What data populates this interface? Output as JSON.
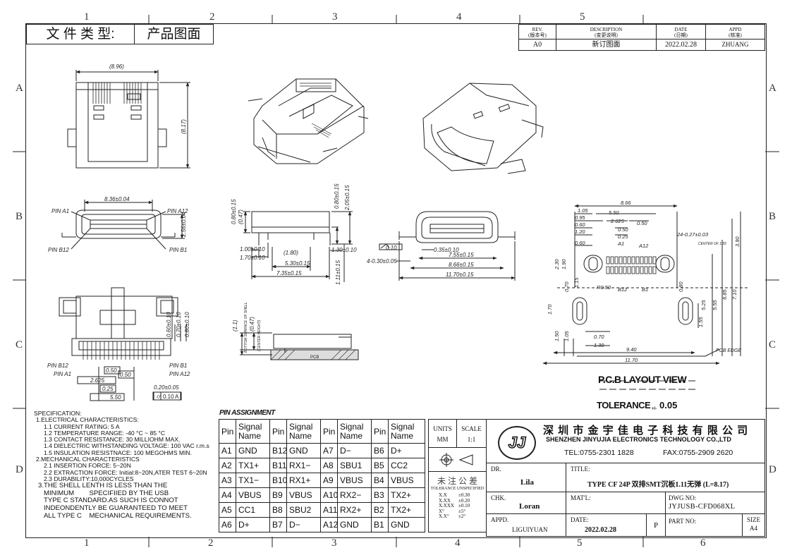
{
  "header": {
    "doc_type_label": "文 件 类 型:",
    "doc_type_value": "产品图面"
  },
  "zones": {
    "top": [
      "1",
      "2",
      "3",
      "4",
      "5"
    ],
    "bottom": [
      "1",
      "2",
      "3",
      "4",
      "5",
      "6"
    ],
    "left": [
      "A",
      "B",
      "C",
      "D"
    ],
    "right": [
      "A",
      "B",
      "C",
      "D"
    ]
  },
  "revision": {
    "headers": [
      "REV.\n(版本号)",
      "DESCRIPTION\n(变更说明)",
      "DATE\n(日期)",
      "APPD\n(核准)"
    ],
    "row": [
      "A0",
      "新订图面",
      "2022.02.28",
      "ZHUANG"
    ]
  },
  "dims": {
    "top_width": "(8.96)",
    "top_height": "(8.17)",
    "front_width": "8.36±0.04",
    "pin_a1": "PIN A1",
    "pin_a12": "PIN A12",
    "pin_b12": "PIN B12",
    "pin_b1": "PIN B1",
    "front_h": "2.56±0.04",
    "side_080": "0.80±0.15",
    "side_047": "(0.47)",
    "side_080b": "0.80±0.15",
    "side_205": "2.05±0.15",
    "side_100": "1.00±0.10",
    "side_170": "1.70±0.10",
    "side_180": "(1.80)",
    "side_530": "5.30±0.15",
    "side_130": "1.30±0.10",
    "side_735": "7.35±0.15",
    "side_111": "1.11±0.15",
    "f2_010": "0.10",
    "f2_4x030": "4-0.30±0.05",
    "f2_035": "0.35±0.10",
    "f2_755": "7.55±0.15",
    "f2_866": "8.66±0.15",
    "f2_1170": "11.70±0.15",
    "bot_060": "0.60±0.10",
    "bot_070": "0.70±0.10",
    "bot_080": "0.80±0.10",
    "bot_pinb12": "PIN B12",
    "bot_pina1": "PIN A1",
    "bot_pinb1": "PIN B1",
    "bot_pina12": "PIN A12",
    "bot_050a": "0.50",
    "bot_050b": "0.50",
    "bot_2625": "2.625",
    "bot_025": "0.25",
    "bot_550": "5.50",
    "bot_020": "0.20±0.05",
    "bot_tol": "0.10",
    "bot_a": "A",
    "pcb_11": "(1.1)",
    "pcb_047": "(0.47)",
    "pcb_surface": "BOTTOM SURFACE OF SHELL",
    "pcb_height": "(CENTER HEIGHT)",
    "pcb_label": "PCB"
  },
  "layout": {
    "d866": "8.66",
    "d105": "1.05",
    "d550": "5.50",
    "d095": "0.95",
    "d2625": "2.625",
    "d050a": "0.50",
    "d060": "0.60",
    "d050b": "0.50",
    "d120": "1.20",
    "d025": "0.25",
    "d060b": "0.60",
    "d24": "24-0.27±0.03",
    "a1": "A1",
    "a12": "A12",
    "center": "CENTER OF 1.55",
    "d390": "3.90",
    "d230": "2.30",
    "d190": "1.90",
    "r050": "R0.50",
    "b12": "B12",
    "b1": "B1",
    "d070": "0.70",
    "d115": "1.15",
    "d080": "0.80",
    "d170": "1.70",
    "d150": "1.50",
    "d105b": "1.05",
    "d070b": "0.70",
    "d130": "1.30",
    "d940": "9.40",
    "d1170": "11.70",
    "d525": "5.25",
    "d555": "5.55",
    "d685": "6.85",
    "d710": "7.10",
    "d155": "1.55",
    "pcb_edge": "PCB EDGE",
    "title": "P.C.B LAYOUT VIEW",
    "tolerance_prefix": "TOLERANCE",
    "tolerance_sign": "+/-",
    "tolerance_value": "0.05"
  },
  "spec": {
    "title": "SPECIFICATION:",
    "lines": [
      "1.ELECTRICAL CHARACTERISTICS:",
      "1.1 CURRENT RATING: 5 A",
      "1.2 TEMPERATURE RANGE: -40 °C ~ 85 °C",
      "1.3 CONTACT RESISTANCE: 30 MILLIOHM MAX.",
      "1.4 DIELECTRIC WITHSTANDING VOLTAGE: 100 VAC r.m.s",
      "1.5 INSULATION RESISTNACE: 100 MEGOHMS MIN.",
      "2.MECHANICAL CHARACTERISTICS",
      "2.1 INSERTION FORCE: 5~20N",
      "2.2 EXTRACTION FORCE: Initial:8~20N,ATER TEST 6~20N",
      "2.3 DURABILITY:10,000CYCLES",
      "3.THE SHELL LENTH IS LESS THAN THE",
      "MINIMUM        SPECIFIIED BY THE USB",
      "TYPE C STANDARD.AS SUCH IS CONNOT",
      "INDEONDENTLY BE GUARANTEED TO MEET",
      "ALL TYPE C    MECHANICAL REQUIREMENTS."
    ]
  },
  "pins": {
    "title": "PIN ASSIGNMENT",
    "headers": [
      "Pin",
      "Signal Name",
      "Pin",
      "Signal Name",
      "Pin",
      "Signal Name",
      "Pin",
      "Signal Name"
    ],
    "rows": [
      [
        "A1",
        "GND",
        "B12",
        "GND",
        "A7",
        "D−",
        "B6",
        "D+"
      ],
      [
        "A2",
        "TX1+",
        "B11",
        "RX1−",
        "A8",
        "SBU1",
        "B5",
        "CC2"
      ],
      [
        "A3",
        "TX1−",
        "B10",
        "RX1+",
        "A9",
        "VBUS",
        "B4",
        "VBUS"
      ],
      [
        "A4",
        "VBUS",
        "B9",
        "VBUS",
        "A10",
        "RX2−",
        "B3",
        "TX2+"
      ],
      [
        "A5",
        "CC1",
        "B8",
        "SBU2",
        "A11",
        "RX2+",
        "B2",
        "TX2+"
      ],
      [
        "A6",
        "D+",
        "B7",
        "D−",
        "A12",
        "GND",
        "B1",
        "GND"
      ]
    ]
  },
  "titleblock": {
    "units_label": "UNITS",
    "units_value": "MM",
    "scale_label": "SCALE",
    "scale_value": "1:1",
    "tol_title": "未 注 公 差",
    "tol_sub": "TOLERANCE UNSPECIFIED",
    "tol_rows": [
      [
        "X.X",
        "±0.30"
      ],
      [
        "X.XX",
        "±0.20"
      ],
      [
        "X.XXX",
        "±0.10"
      ],
      [
        "X°",
        "±5°"
      ],
      [
        "X.X°",
        "±2°"
      ]
    ],
    "logo": "JJ",
    "company_cn": "深 圳 市 金 宇 佳 电 子 科 技 有 限 公 司",
    "company_en": "SHENZHEN JINYUJIA ELECTRONICS TECHNOLOGY CO.,LTD",
    "tel": "TEL:0755-2301 1828",
    "fax": "FAX:0755-2909 2620",
    "dr_label": "DR.",
    "dr_value": "Lila",
    "chk_label": "CHK.",
    "chk_value": "Loran",
    "appd_label": "APPD.",
    "appd_value": "LIGUIYUAN",
    "title_label": "TITLE:",
    "title_value": "TYPE CF 24P 双排SMT沉板1.11无弹 (L=8.17)",
    "mat_label": "MAT'L:",
    "dwg_label": "DWG NO:",
    "dwg_value": "JYJUSB-CFD068XL",
    "date_label": "DATE:",
    "date_value": "2022.02.28",
    "p_mark": "P",
    "part_label": "PART NO:",
    "size_label": "SIZE",
    "size_value": "A4"
  }
}
